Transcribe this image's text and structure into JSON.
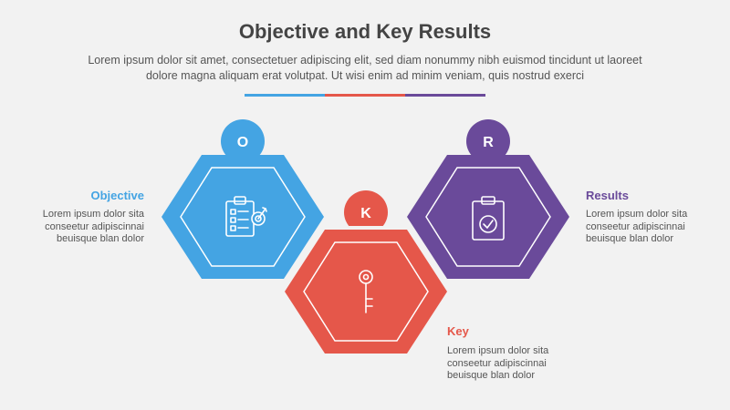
{
  "title": "Objective and Key Results",
  "subtitle": "Lorem ipsum dolor sit amet, consectetuer adipiscing elit, sed diam nonummy nibh euismod tincidunt ut laoreet dolore magna aliquam erat volutpat. Ut wisi enim ad minim veniam, quis nostrud exerci",
  "colors": {
    "objective": "#44a4e3",
    "key": "#e5574a",
    "results": "#6a4a9a"
  },
  "items": [
    {
      "letter": "O",
      "label": "Objective",
      "description": "Lorem ipsum dolor sita conseetur adipiscinnai beuisque blan dolor",
      "icon": "clipboard-checklist-target-icon"
    },
    {
      "letter": "K",
      "label": "Key",
      "description": "Lorem ipsum dolor sita conseetur adipiscinnai beuisque blan dolor",
      "icon": "key-icon"
    },
    {
      "letter": "R",
      "label": "Results",
      "description": "Lorem ipsum dolor sita conseetur adipiscinnai beuisque blan dolor",
      "icon": "clipboard-check-icon"
    }
  ]
}
